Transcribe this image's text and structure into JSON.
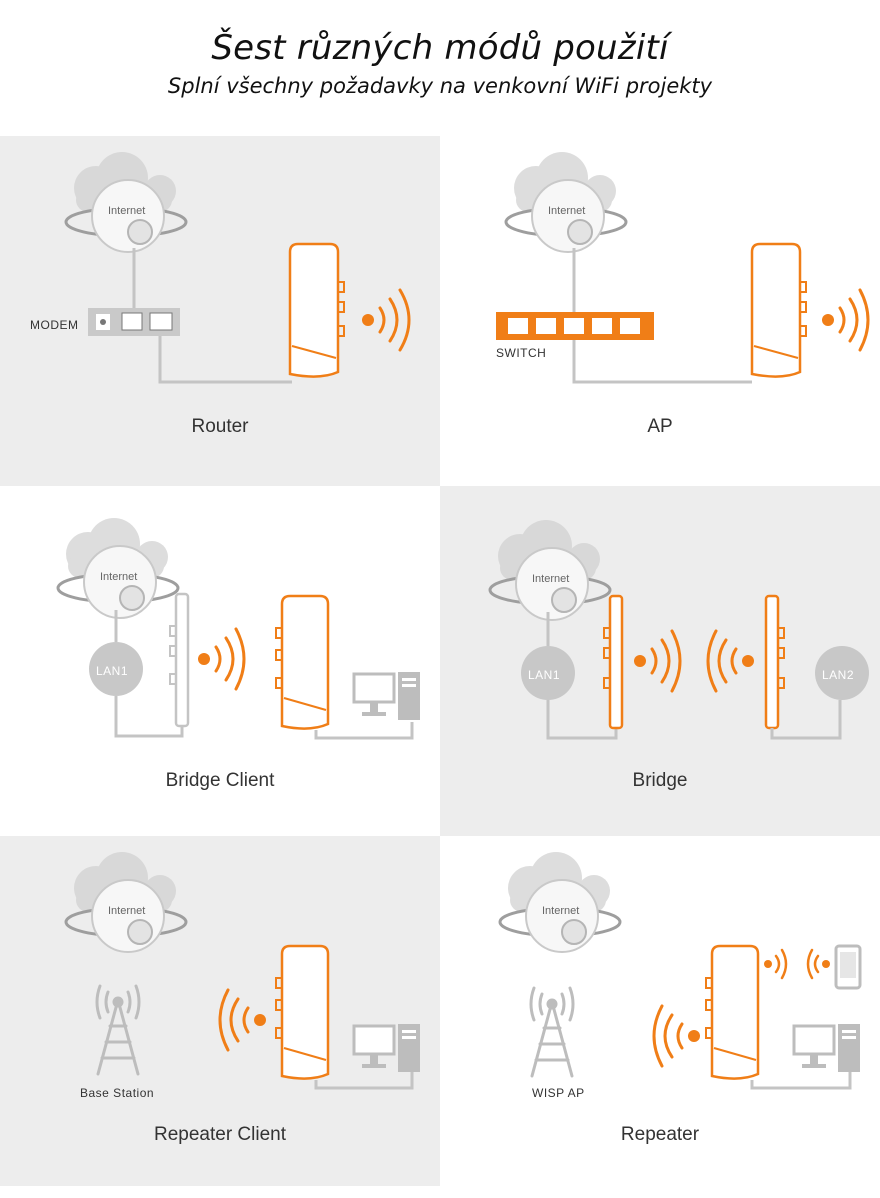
{
  "header": {
    "title": "Šest různých módů použití",
    "subtitle": "Splní všechny požadavky na venkovní WiFi projekty"
  },
  "common": {
    "internet_label": "Internet"
  },
  "colors": {
    "accent": "#f07e17",
    "gray_panel": "#ededed",
    "device_gray": "#bdbdbd"
  },
  "modes": [
    {
      "name": "Router",
      "device_label": "MODEM"
    },
    {
      "name": "AP",
      "device_label": "SWITCH"
    },
    {
      "name": "Bridge Client",
      "lan1": "LAN1"
    },
    {
      "name": "Bridge",
      "lan1": "LAN1",
      "lan2": "LAN2"
    },
    {
      "name": "Repeater Client",
      "station_label": "Base Station"
    },
    {
      "name": "Repeater",
      "station_label": "WISP AP"
    }
  ]
}
